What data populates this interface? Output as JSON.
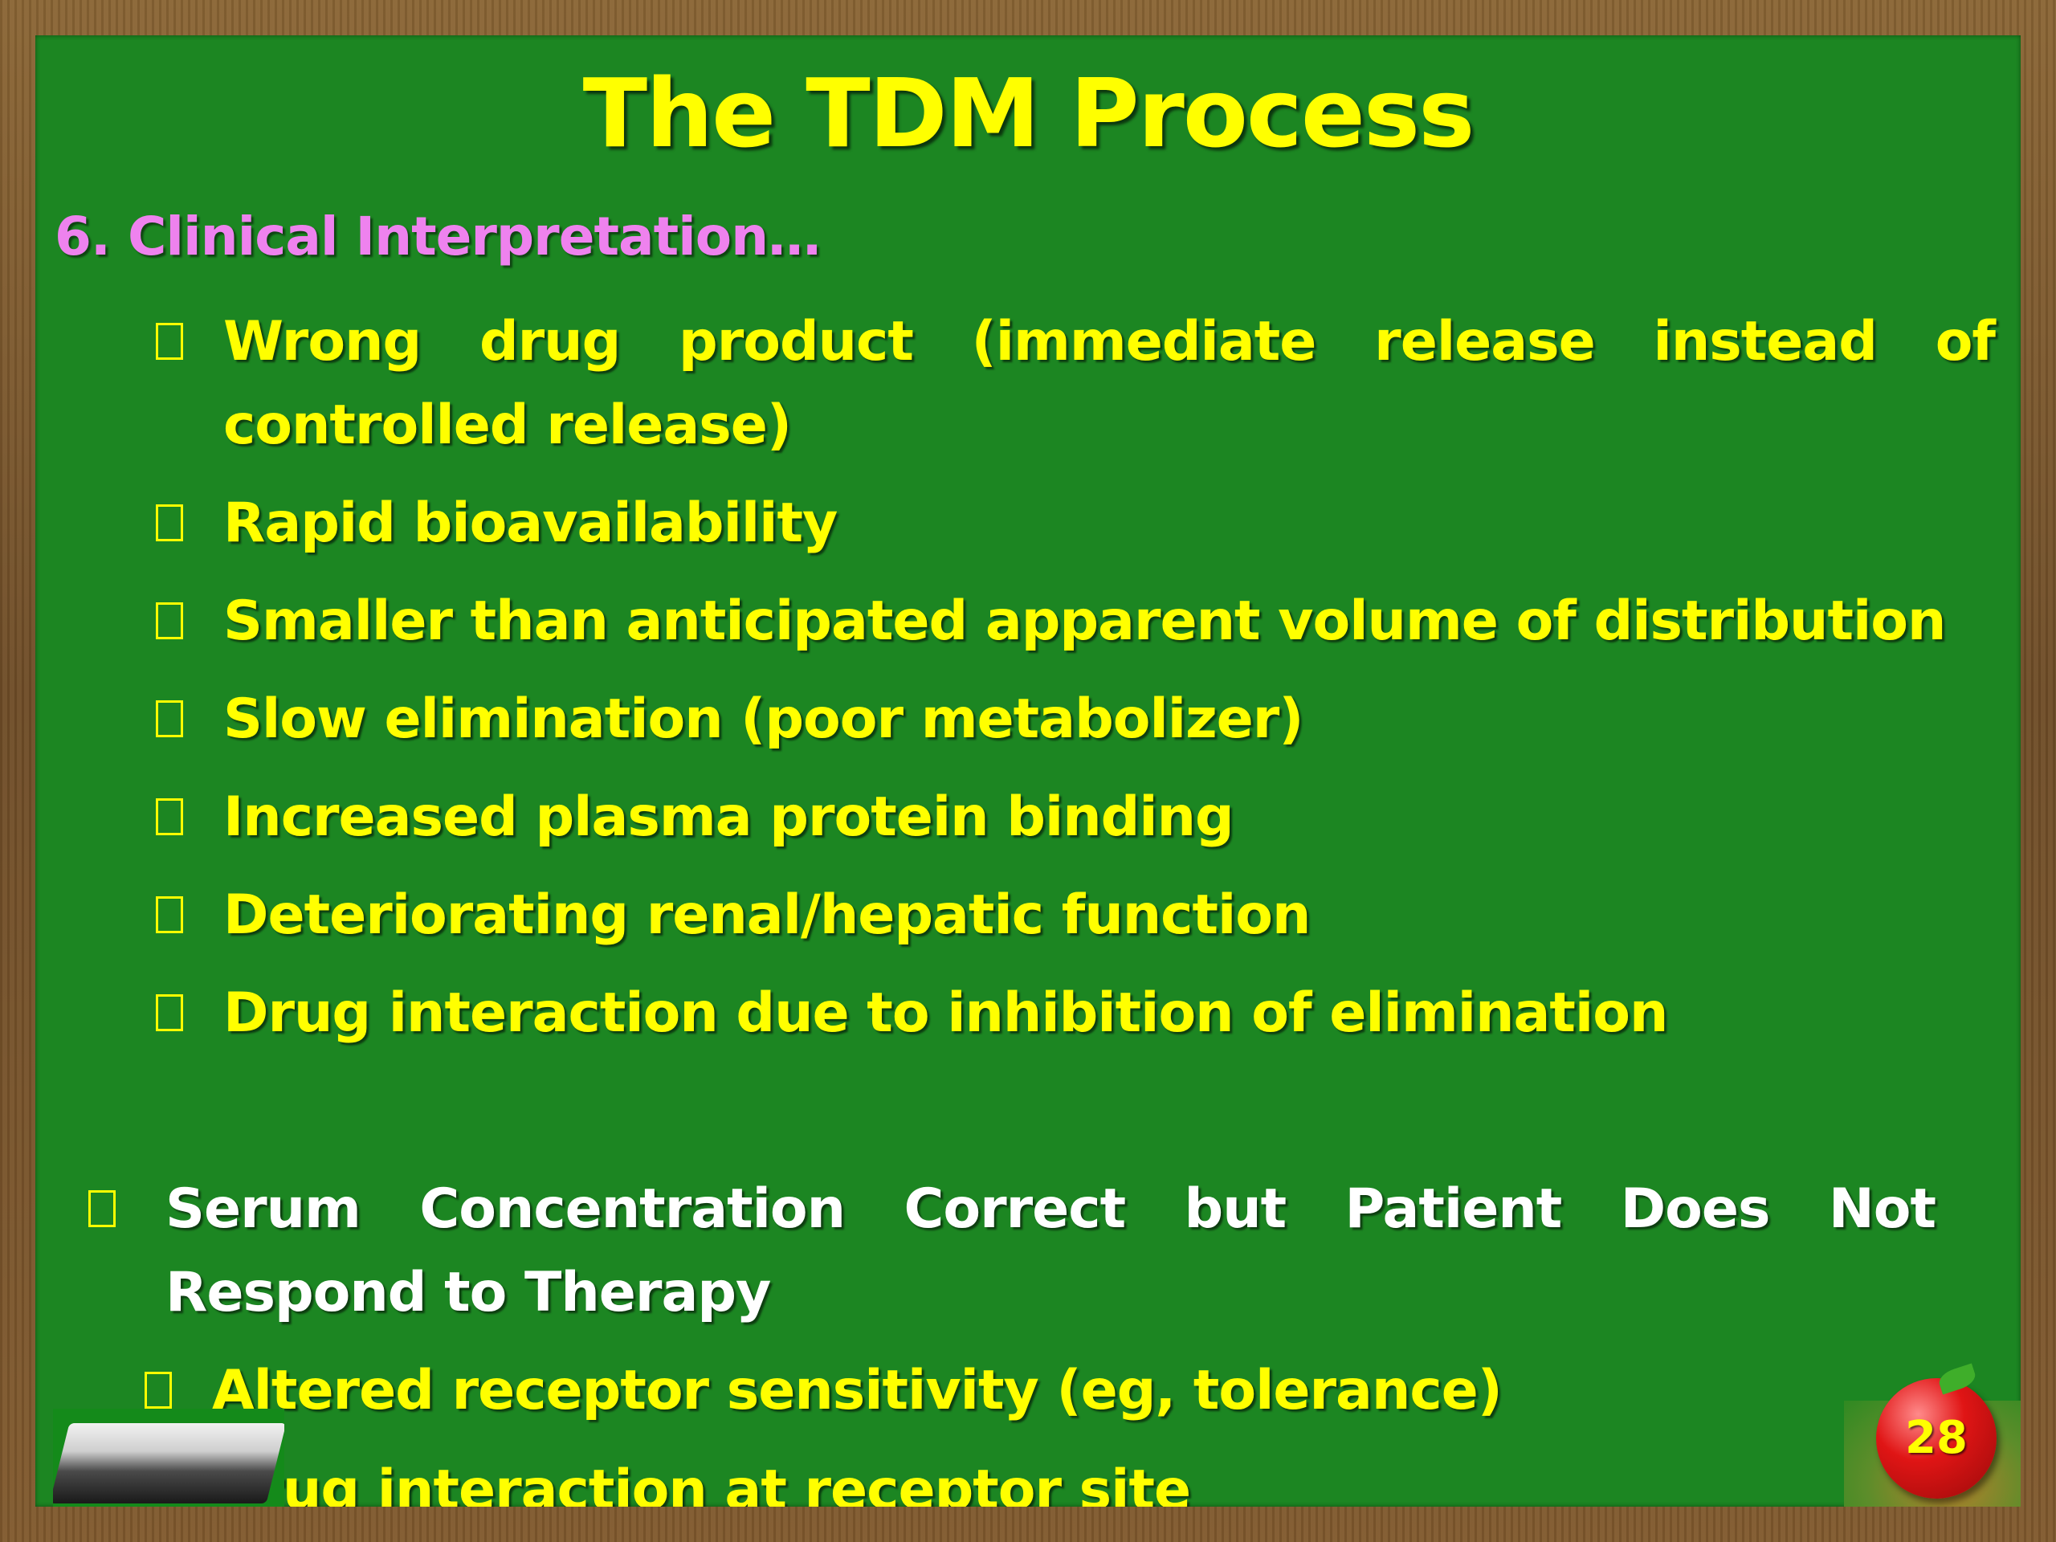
{
  "slide": {
    "title": "The TDM Process",
    "section_heading": "6. Clinical Interpretation…",
    "sub_items": [
      "Wrong drug product (immediate release instead of controlled release)",
      "Rapid bioavailability",
      "Smaller than anticipated apparent volume of distribution",
      "Slow elimination (poor metabolizer)",
      "Increased plasma protein binding",
      "Deteriorating renal/hepatic function",
      "Drug interaction due to inhibition of elimination"
    ],
    "main_item": "Serum Concentration Correct but Patient Does Not Respond to Therapy",
    "main_sub_items": [
      "Altered receptor sensitivity (eg, tolerance)",
      "Drug interaction at receptor site"
    ],
    "page_number": "28"
  },
  "colors": {
    "board_green": "#1c8622",
    "title_yellow": "#ffff00",
    "heading_violet": "#ee82ee",
    "text_white": "#ffffff",
    "frame_wood": "#7a5630"
  },
  "icons": {
    "bullet": "hollow-square-bullet-icon",
    "page_badge": "apple-icon"
  }
}
